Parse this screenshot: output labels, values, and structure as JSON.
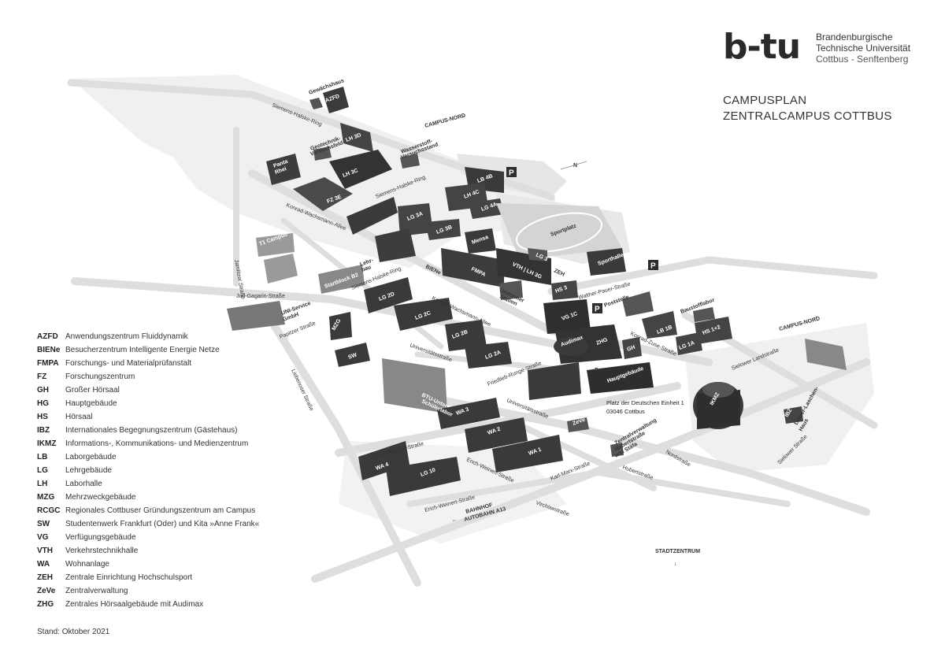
{
  "brand": {
    "logo_text": "b-tu",
    "name_line1": "Brandenburgische",
    "name_line2": "Technische Universität",
    "name_line3": "Cottbus - Senftenberg"
  },
  "title": {
    "line1": "CAMPUSPLAN",
    "line2": "ZENTRALCAMPUS COTTBUS"
  },
  "map": {
    "streets": [
      "Siemens-Halske-Ring",
      "Siemens-Halske-Ring",
      "Konrad-Wachsmann-Allee",
      "Jamlitzer Straße",
      "Juri-Gagarin-Straße",
      "Siemens-Halske-Ring",
      "Konrad-Wachsmann-Allee",
      "Papitzer Straße",
      "Universitätsstraße",
      "Friedlieb-Runge-Straße",
      "Liebenoser Straße",
      "Universitätsstraße",
      "Erich-Weinert-Straße",
      "Erich-Weinert-Straße",
      "Erich-Weinert-Straße",
      "Karl-Marx-Straße",
      "Virchowstraße",
      "Hubertstraße",
      "Nordstraße",
      "Walther-Pauer-Straße",
      "Konrad-Zuse-Straße",
      "Sielower Landstraße",
      "Sielower Straße"
    ],
    "directions": {
      "campus_nord_top": "CAMPUS-NORD",
      "campus_nord_right": "CAMPUS-NORD",
      "north": "N",
      "stadtzentrum": "STADTZENTRUM",
      "bahnhof_line1": "BAHNHOF",
      "bahnhof_line2": "AUTOBAHN A13"
    },
    "buildings": [
      "Gewächshaus",
      "AZFD",
      "LH 3D",
      "Wasserstoff-",
      "Versuchsstand",
      "Panta",
      "Rhei",
      "Geotechnik-",
      "Versuchsfeld",
      "LH 3C",
      "FZ 3E",
      "LG 3A",
      "LG 3B",
      "LB 4B",
      "LH 4C",
      "LG 4A",
      "Sportplatz",
      "Mensa",
      "FMPA",
      "VTH | LH 3G",
      "LG 3",
      "ZEH",
      "Sporthalle",
      "BIENe",
      "Lehr-",
      "bau",
      "Umformer",
      "Station",
      "Startblock B2",
      "T1 Campus",
      "LG 2D",
      "LG 2C",
      "HS 3",
      "VG 1C",
      "Poststelle",
      "Baustofflabor",
      "LB 1B",
      "HS 1+2",
      "LG 1A",
      "MZG",
      "SW",
      "UNI-Service",
      "GmbH",
      "LG 2B",
      "LG 2A",
      "Audimax",
      "ZHG",
      "GH",
      "Forum",
      "Hauptgebäude",
      "BTU-Unter-",
      "Schülerlabor",
      "IKMZ",
      "IBZ",
      "Lehrer-Laschen-",
      "Haus",
      "WA 3",
      "WA 2",
      "WA 1",
      "WA 4",
      "LG 10",
      "ZeVe",
      "Zentralverwaltung",
      "Hubertstraße",
      "und Stäfa"
    ],
    "parking": "P",
    "address_line1": "Platz der Deutschen Einheit 1",
    "address_line2": "03046 Cottbus"
  },
  "legend": [
    {
      "abbr": "AZFD",
      "desc": "Anwendungszentrum Fluiddynamik"
    },
    {
      "abbr": "BIENe",
      "desc": "Besucherzentrum Intelligente Energie Netze"
    },
    {
      "abbr": "FMPA",
      "desc": "Forschungs- und Materialprüfanstalt"
    },
    {
      "abbr": "FZ",
      "desc": "Forschungszentrum"
    },
    {
      "abbr": "GH",
      "desc": "Großer Hörsaal"
    },
    {
      "abbr": "HG",
      "desc": "Hauptgebäude"
    },
    {
      "abbr": "HS",
      "desc": "Hörsaal"
    },
    {
      "abbr": "IBZ",
      "desc": "Internationales Begegnungszentrum (Gästehaus)"
    },
    {
      "abbr": "IKMZ",
      "desc": "Informations-, Kommunikations- und Medienzentrum"
    },
    {
      "abbr": "LB",
      "desc": "Laborgebäude"
    },
    {
      "abbr": "LG",
      "desc": "Lehrgebäude"
    },
    {
      "abbr": "LH",
      "desc": "Laborhalle"
    },
    {
      "abbr": "MZG",
      "desc": "Mehrzweckgebäude"
    },
    {
      "abbr": "RCGC",
      "desc": "Regionales Cottbuser Gründungszentrum  am Campus"
    },
    {
      "abbr": "SW",
      "desc": "Studentenwerk Frankfurt (Oder) und Kita »Anne Frank«"
    },
    {
      "abbr": "VG",
      "desc": "Verfügungsgebäude"
    },
    {
      "abbr": "VTH",
      "desc": "Verkehrstechnikhalle"
    },
    {
      "abbr": "WA",
      "desc": "Wohnanlage"
    },
    {
      "abbr": "ZEH",
      "desc": "Zentrale Einrichtung Hochschulsport"
    },
    {
      "abbr": "ZeVe",
      "desc": "Zentralverwaltung"
    },
    {
      "abbr": "ZHG",
      "desc": "Zentrales Hörsaalgebäude mit Audimax"
    }
  ],
  "stand": "Stand: Oktober 2021"
}
